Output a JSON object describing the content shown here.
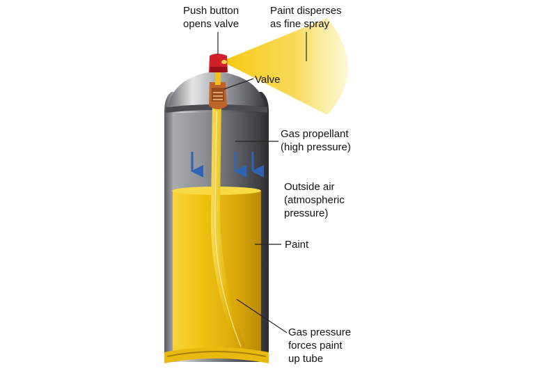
{
  "labels": {
    "push_button": [
      "Push button",
      "opens valve"
    ],
    "paint_disperses": [
      "Paint disperses",
      "as fine spray"
    ],
    "valve": "Valve",
    "gas_propellant": [
      "Gas propellant",
      "(high pressure)"
    ],
    "outside_air": [
      "Outside air",
      "(atmospheric",
      "pressure)"
    ],
    "paint": "Paint",
    "gas_pressure_forces": [
      "Gas pressure",
      "forces paint",
      "up tube"
    ]
  },
  "colors": {
    "paint": "#f2c514",
    "paint_dark": "#c99a06",
    "spray": "#f7d23a",
    "can_metal": "#8a8d92",
    "can_dark": "#3e3f44",
    "button": "#d1202a",
    "valve": "#c0642a",
    "arrow": "#2f63b5",
    "leader": "#222222"
  },
  "icons": [
    "down-arrow-icon"
  ]
}
